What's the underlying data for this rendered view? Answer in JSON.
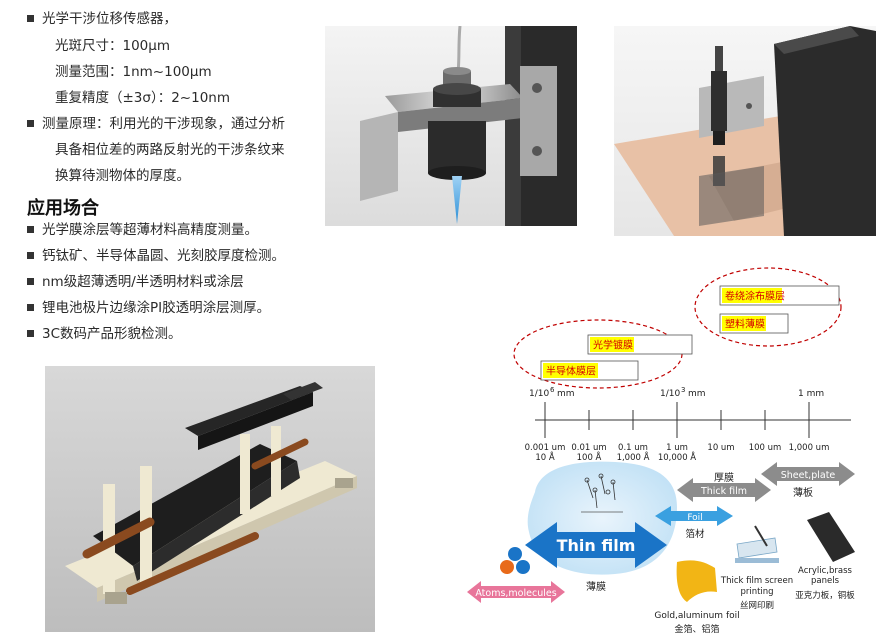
{
  "spec": {
    "sensor_title": "光学干涉位移传感器，",
    "spot_size": "光斑尺寸：100μm",
    "range": "测量范围：1nm~100μm",
    "repeatability": "重复精度（±3σ）：2~10nm",
    "principle_line1": "测量原理：利用光的干涉现象，通过分析",
    "principle_line2": "具备相位差的两路反射光的干涉条纹来",
    "principle_line3": "换算待测物体的厚度。"
  },
  "applications": {
    "heading": "应用场合",
    "items": [
      "光学膜涂层等超薄材料高精度测量。",
      "钙钛矿、半导体晶圆、光刻胶厚度检测。",
      "nm级超薄透明/半透明材料或涂层",
      "锂电池极片边缘涂PI胶透明涂层测厚。",
      "3C数码产品形貌检测。"
    ]
  },
  "diagram": {
    "tags": [
      "卷绕涂布膜层",
      "塑料薄膜",
      "光学镀膜",
      "半导体膜层"
    ],
    "scale_top": [
      "1/10",
      "6",
      "mm",
      "1/10",
      "3",
      "mm",
      "1 mm"
    ],
    "ticks": [
      {
        "top": "0.001 um",
        "bottom": "10 Å"
      },
      {
        "top": "0.01 um",
        "bottom": "100 Å"
      },
      {
        "top": "0.1 um",
        "bottom": "1,000 Å"
      },
      {
        "top": "1 um",
        "bottom": "10,000 Å"
      },
      {
        "top": "10 um",
        "bottom": ""
      },
      {
        "top": "100 um",
        "bottom": ""
      },
      {
        "top": "1,000 um",
        "bottom": ""
      }
    ],
    "thick_film": {
      "cn": "厚膜",
      "en": "Thick film"
    },
    "sheet": {
      "en": "Sheet,plate",
      "cn": "薄板"
    },
    "thin_film": {
      "en": "Thin film",
      "cn": "薄膜"
    },
    "foil": {
      "en": "Foil",
      "cn": "箔材"
    },
    "atoms": "Atoms,molecules",
    "screen_printing": {
      "en1": "Thick film screen",
      "en2": "printing",
      "cn": "丝网印刷"
    },
    "acrylic": {
      "en1": "Acrylic,brass",
      "en2": "panels",
      "cn": "亚克力板，铜板"
    },
    "gold": {
      "en": "Gold,aluminum foil",
      "cn": "金箔、铝箔"
    }
  },
  "colors": {
    "tag_fill": "#ffff00",
    "tag_text": "#d60000",
    "ellipse": "#c00000",
    "thin_film_arrow": "#1a74c7",
    "gray_arrow": "#8c8c8c",
    "pink_arrow": "#e8759a",
    "foil_arrow": "#3aa0e0"
  }
}
